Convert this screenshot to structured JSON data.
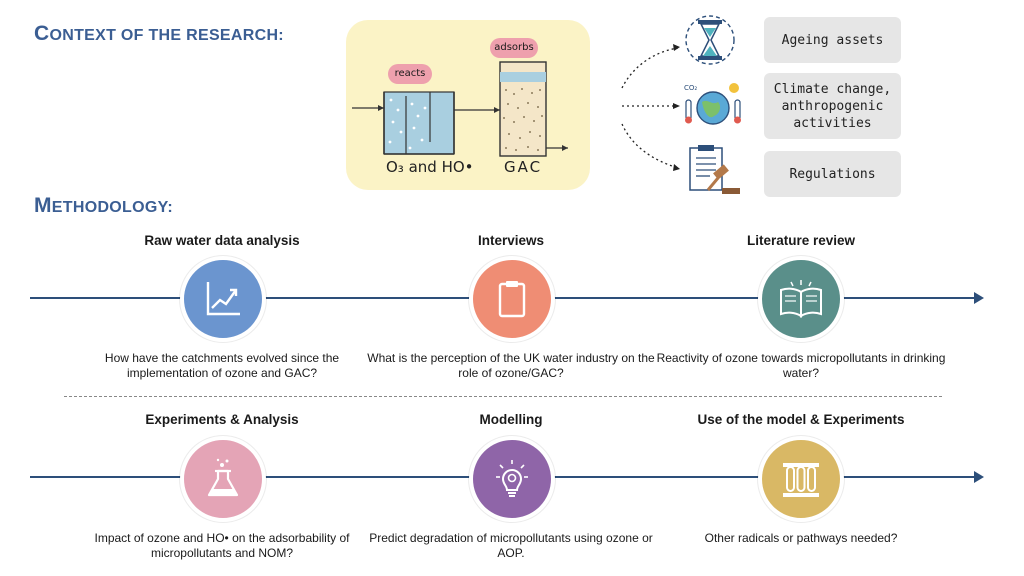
{
  "context": {
    "title_first": "C",
    "title_rest": "ONTEXT OF THE RESEARCH:",
    "sketch": {
      "reacts_label": "reacts",
      "adsorbs_label": "adsorbs",
      "ozone_label": "O₃ and HO•",
      "gac_label": "GAC"
    },
    "drivers": [
      {
        "label": "Ageing assets",
        "icon": "hourglass-icon"
      },
      {
        "label": "Climate change, anthropogenic activities",
        "icon": "globe-climate-icon"
      },
      {
        "label": "Regulations",
        "icon": "gavel-document-icon"
      }
    ]
  },
  "methodology": {
    "title_first": "M",
    "title_rest": "ETHODOLOGY:",
    "row1": [
      {
        "title": "Raw water data analysis",
        "question": "How have the catchments evolved since the implementation of ozone and GAC?",
        "icon": "trend-chart-icon",
        "color": "#6b95cf"
      },
      {
        "title": "Interviews",
        "question": "What is the perception of the UK water industry on the role of ozone/GAC?",
        "icon": "clipboard-icon",
        "color": "#ef8d74"
      },
      {
        "title": "Literature review",
        "question": "Reactivity of ozone towards micropollutants in drinking water?",
        "icon": "open-book-icon",
        "color": "#5a8f8a"
      }
    ],
    "row2": [
      {
        "title": "Experiments & Analysis",
        "question": "Impact of ozone and HO• on the adsorbability of micropollutants and NOM?",
        "icon": "flask-icon",
        "color": "#e4a4b6"
      },
      {
        "title": "Modelling",
        "question": "Predict degradation of micropollutants using ozone or AOP.",
        "icon": "gear-bulb-icon",
        "color": "#8f65a8"
      },
      {
        "title": "Use of the model & Experiments",
        "question": "Other radicals or pathways needed?",
        "icon": "test-tubes-icon",
        "color": "#d9b865"
      }
    ]
  }
}
